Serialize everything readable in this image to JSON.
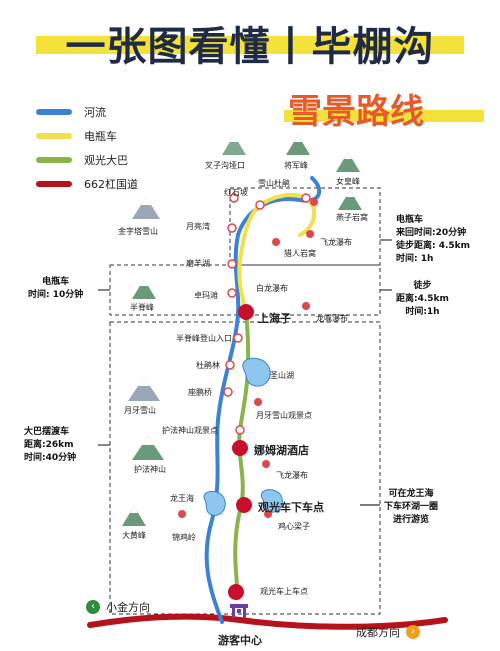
{
  "title": "一张图看懂丨毕棚沟",
  "subtitle": "雪景路线",
  "legend": [
    {
      "label": "河流",
      "color": "#3b82d6"
    },
    {
      "label": "电瓶车",
      "color": "#f0e04a"
    },
    {
      "label": "观光大巴",
      "color": "#8ab34a"
    },
    {
      "label": "662杠国道",
      "color": "#b5121b"
    }
  ],
  "places": {
    "chazi": "叉子沟垭口",
    "jiangjun": "将军峰",
    "hongshipo": "红石坡",
    "xueshan_dujuan": "雪山杜鹃",
    "nvhuang": "女皇峰",
    "yanzi": "燕子岩窝",
    "jinzita": "金字塔雪山",
    "yueliangwan": "月亮湾",
    "feilong1": "飞龙瀑布",
    "lieren": "猎人岩窝",
    "moyang": "磨羊湖",
    "bailong": "白龙瀑布",
    "banjifeng": "半脊峰",
    "zhuoma": "卓玛滩",
    "shanghaizi": "上海子",
    "longming": "龙嘱瀑布",
    "banjifeng_rukou": "半脊峰登山入口",
    "dujuanlin": "杜鹃林",
    "shengshanhu": "圣山湖",
    "zuopengqiao": "座鹏桥",
    "yueya_scenic": "月牙雪山观景点",
    "yueya": "月牙雪山",
    "hufa_scenic": "护法神山观景点",
    "hufa": "护法神山",
    "namuhu": "娜姆湖酒店",
    "feilong2": "飞龙瀑布",
    "longwanghai": "龙王海",
    "dahuangfeng": "大黄峰",
    "jinjiling": "锦鸡岭",
    "xiache": "观光车下车点",
    "jijiliangzi": "鸡心梁子",
    "shangche": "观光车上车点",
    "visitor_center": "游客中心",
    "xiaojin": "小金方向",
    "chengdu": "成都方向"
  },
  "notes": {
    "ebike_right_title": "电瓶车",
    "ebike_right_line1": "来回时间:20分钟",
    "ebike_right_line2": "徒步距离: 4.5km",
    "ebike_right_line3": "时间: 1h",
    "ebike_left_title": "电瓶车",
    "ebike_left_line1": "时间: 10分钟",
    "hike_title": "徒步",
    "hike_line1": "距离:4.5km",
    "hike_line2": "时间:1h",
    "bus_title": "大巴摆渡车",
    "bus_line1": "距离:26km",
    "bus_line2": "时间:40分钟",
    "lake_title": "可在龙王海",
    "lake_line1": "下车环湖一圈",
    "lake_line2": "进行游览"
  }
}
